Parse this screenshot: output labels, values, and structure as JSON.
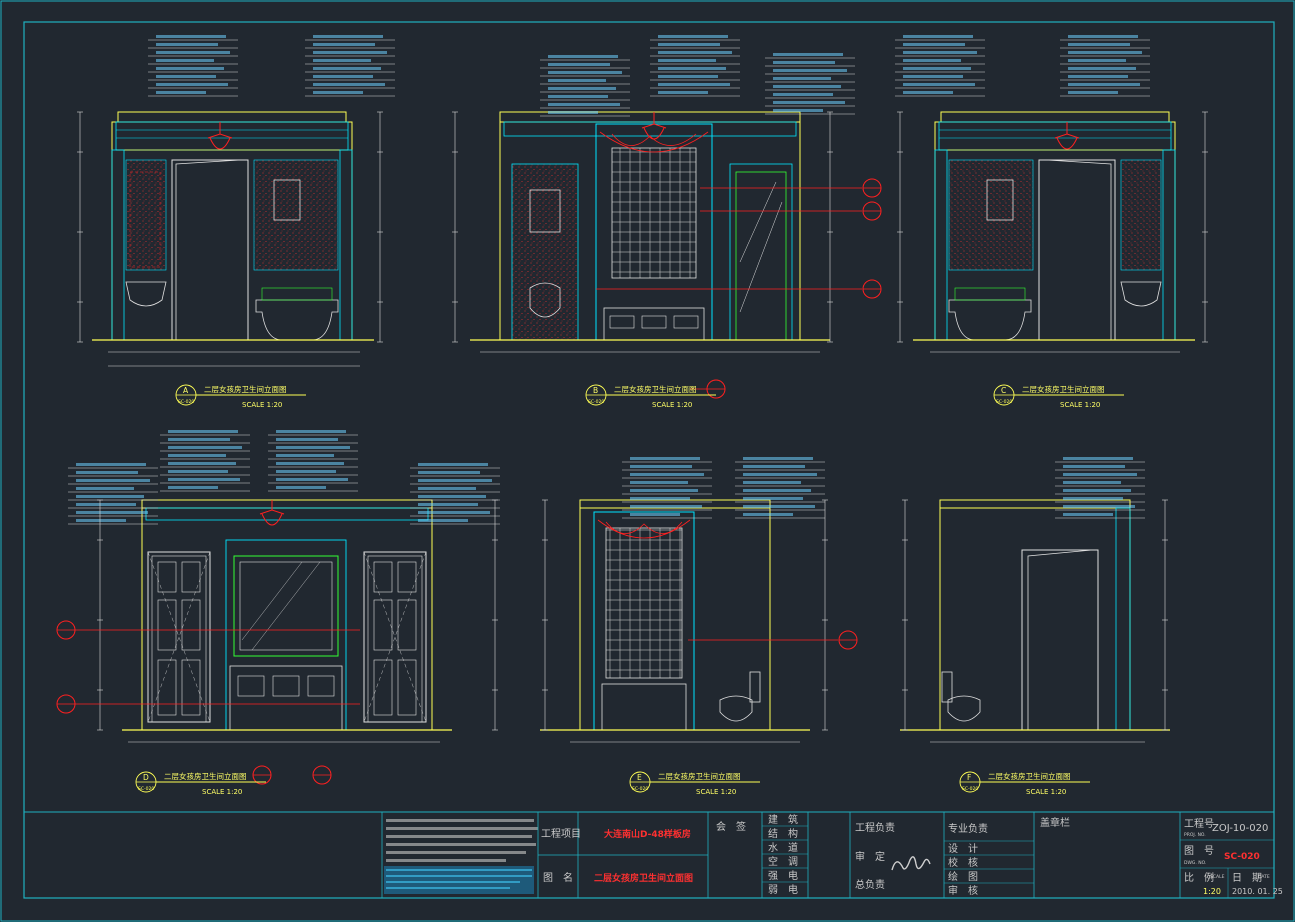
{
  "drawing": {
    "views": [
      {
        "id": "A",
        "letter": "A",
        "title": "二层女孩房卫生间立面图",
        "sheet": "SC-020",
        "scale": "SCALE 1:20"
      },
      {
        "id": "B",
        "letter": "B",
        "title": "二层女孩房卫生间立面图",
        "sheet": "SC-020",
        "scale": "SCALE 1:20"
      },
      {
        "id": "C",
        "letter": "C",
        "title": "二层女孩房卫生间立面图",
        "sheet": "SC-020",
        "scale": "SCALE 1:20"
      },
      {
        "id": "D",
        "letter": "D",
        "title": "二层女孩房卫生间立面图",
        "sheet": "SC-020",
        "scale": "SCALE 1:20"
      },
      {
        "id": "E",
        "letter": "E",
        "title": "二层女孩房卫生间立面图",
        "sheet": "SC-020",
        "scale": "SCALE 1:20"
      },
      {
        "id": "F",
        "letter": "F",
        "title": "二层女孩房卫生间立面图",
        "sheet": "SC-020",
        "scale": "SCALE 1:20"
      }
    ]
  },
  "title_block": {
    "project_label": "工程项目",
    "project_name": "大连南山D-48样板房",
    "drawing_name_label": "图　名",
    "drawing_name": "二层女孩房卫生间立面图",
    "countersign": "会　签",
    "disciplines": [
      "建　筑",
      "结　构",
      "水　道",
      "空　调",
      "强　电",
      "弱　电"
    ],
    "roles_left": [
      "工程负责",
      "审　定",
      "总负责"
    ],
    "roles_right": [
      "专业负责",
      "设　计",
      "校　核",
      "绘　图",
      "审　核"
    ],
    "stamp_label": "盖章栏",
    "project_no_label": "工程号",
    "project_no_sub": "PROJ. NO.",
    "project_no": "ZOJ-10-020",
    "drawing_no_label": "图　号",
    "drawing_no_sub": "DWG. NO.",
    "drawing_no": "SC-020",
    "scale_label": "比　例",
    "scale_sub": "SCALE",
    "scale_value": "1:20",
    "date_label": "日　期",
    "date_sub": "DATE",
    "date_value": "2010. 01. 25"
  },
  "colors": {
    "background": "#212830",
    "frame": "#1fb0c0",
    "wall": "#ffff55",
    "fixture": "#00e5ff",
    "dimension": "#d9d9d9",
    "callout": "#ff2020",
    "green": "#33ff33"
  }
}
